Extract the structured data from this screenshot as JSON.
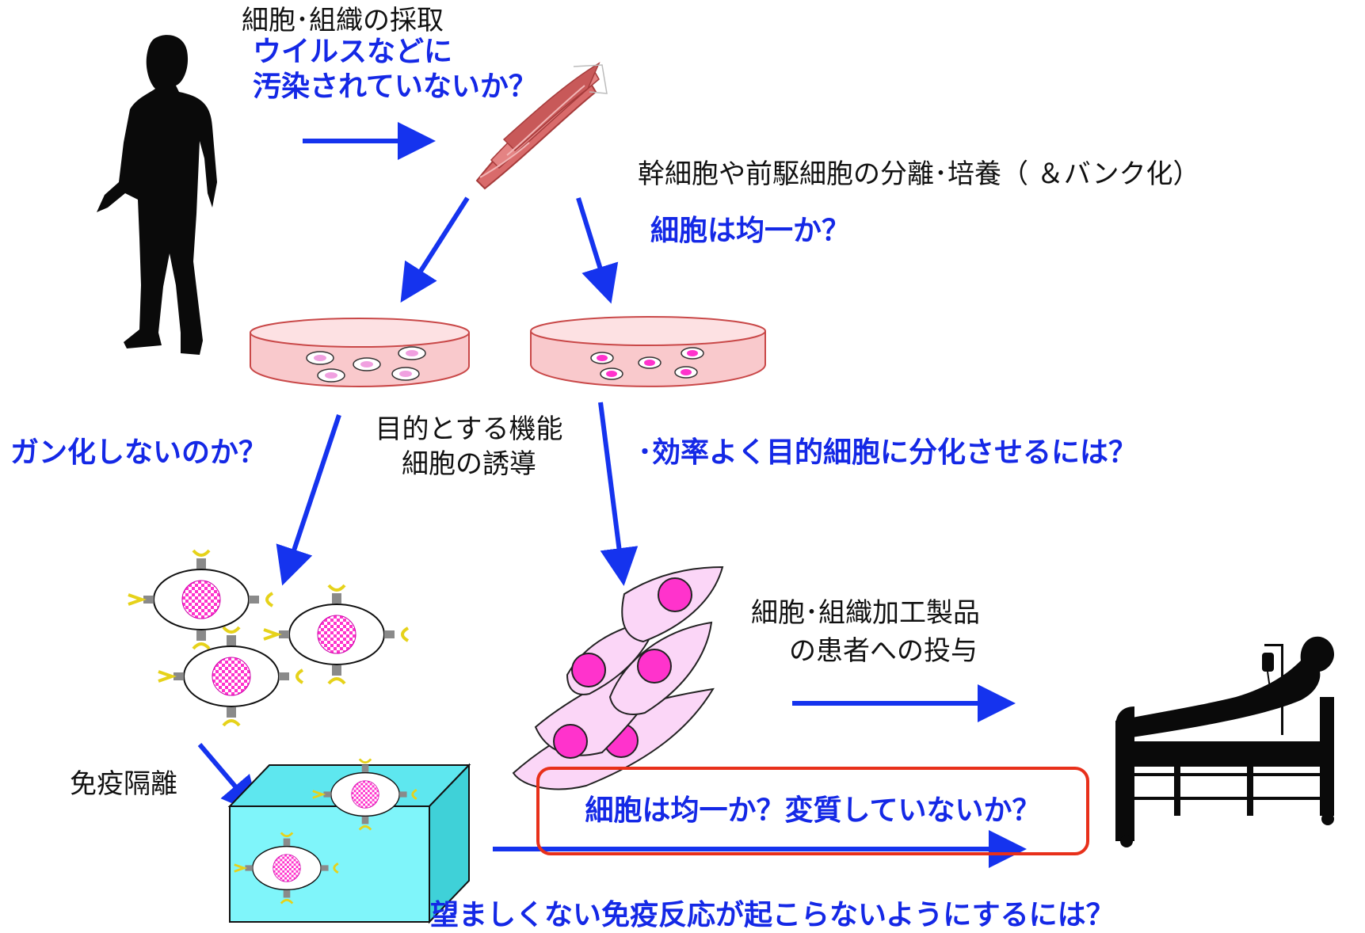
{
  "labels": {
    "collection": "細胞･組織の採取",
    "virus_question_line1": "ウイルスなどに",
    "virus_question_line2": "汚染されていないか？",
    "stem_cell_culture": "幹細胞や前駆細胞の分離･培養（ ＆バンク化）",
    "uniform_question": "細胞は均一か？",
    "cancer_question": "ガン化しないのか？",
    "induction_line1": "目的とする機能",
    "induction_line2": "細胞の誘導",
    "differentiation_question": "･効率よく目的細胞に分化させるには？",
    "product_line1": "細胞･組織加工製品",
    "product_line2": "の患者への投与",
    "immunoisolation": "免疫隔離",
    "variation_question": "細胞は均一か？変質していないか？",
    "immune_question": "望ましくない免疫反応が起こらないようにするには？"
  },
  "colors": {
    "arrow": "#1533ee",
    "question_text": "#1428e6",
    "plain_text": "#111111",
    "highlight_border": "#e8301a",
    "dish_fill": "#f9c9cc",
    "cell_pink": "#ff33cc",
    "isolation_box": "#7ff5fa",
    "silhouette": "#0a0a0a"
  },
  "icons": [
    "person-silhouette-icon",
    "tissue-sample-icon",
    "culture-dish-icon",
    "stem-cell-icon",
    "differentiated-cell-icon",
    "immunoisolation-box-icon",
    "patient-bed-icon"
  ]
}
